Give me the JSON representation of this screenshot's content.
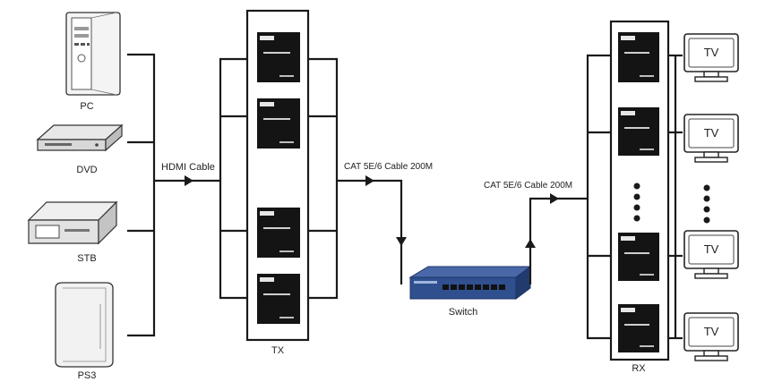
{
  "sources": [
    {
      "label": "PC",
      "icon": "pc-tower-icon"
    },
    {
      "label": "DVD",
      "icon": "dvd-player-icon"
    },
    {
      "label": "STB",
      "icon": "set-top-box-icon"
    },
    {
      "label": "PS3",
      "icon": "game-console-icon"
    }
  ],
  "hdmi_label": "HDMI Cable",
  "tx_label": "TX",
  "cat_label_left": "CAT 5E/6 Cable 200M",
  "cat_label_right": "CAT 5E/6 Cable 200M",
  "switch_label": "Switch",
  "rx_label": "RX",
  "tv_label": "TV",
  "tv_count": 4,
  "tx_units": 4,
  "rx_units": 4,
  "colors": {
    "line": "#1a1a1a",
    "switch": "#2f4f8f",
    "unit": "#141414"
  }
}
